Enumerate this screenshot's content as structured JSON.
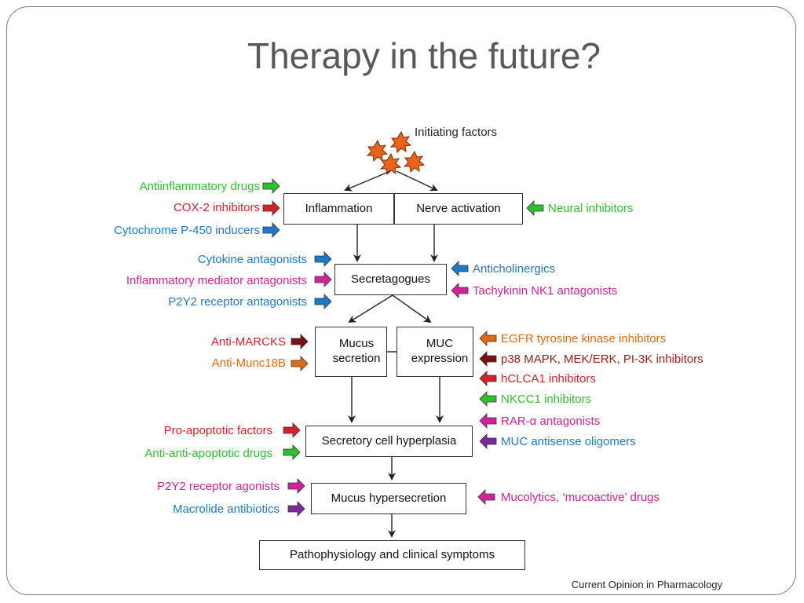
{
  "slide": {
    "title": "Therapy in the future?",
    "credit": "Current Opinion in Pharmacology"
  },
  "diagram": {
    "initiating": "Initiating factors",
    "boxes": {
      "inflammation": "Inflammation",
      "nerve": "Nerve activation",
      "secretagogues": "Secretagogues",
      "mucus_line1": "Mucus",
      "mucus_line2": "secretion",
      "muc_line1": "MUC",
      "muc_line2": "expression",
      "hyperplasia": "Secretory cell hyperplasia",
      "hypersecretion": "Mucus hypersecretion",
      "patho": "Pathophysiology and clinical symptoms"
    },
    "left_labels": {
      "anti_inflammatory": "Antiinflammatory drugs",
      "cox2": "COX-2 inhibitors",
      "cytochrome": "Cytochrome P-450 inducers",
      "cytokine": "Cytokine antagonists",
      "inflammatory_mediator": "Inflammatory mediator antagonists",
      "p2y2_antag": "P2Y2 receptor antagonists",
      "anti_marcks": "Anti-MARCKS",
      "anti_munc": "Anti-Munc18B",
      "pro_apoptotic": "Pro-apoptotic factors",
      "anti_anti_apoptotic": "Anti-anti-apoptotic drugs",
      "p2y2_agon": "P2Y2 receptor agonists",
      "macrolide": "Macrolide antibiotics"
    },
    "right_labels": {
      "neural": "Neural inhibitors",
      "anticholinergics": "Anticholinergics",
      "tachykinin": "Tachykinin NK1 antagonists",
      "egfr": "EGFR tyrosine kinase inhibitors",
      "p38": "p38 MAPK, MEK/ERK, PI-3K inhibitors",
      "hclca1": "hCLCA1 inhibitors",
      "nkcc1": "NKCC1 inhibitors",
      "rar": "RAR-α antagonists",
      "muc_antisense": "MUC antisense oligomers",
      "mucolytics": "Mucolytics, ‘mucoactive’ drugs"
    },
    "colors": {
      "green": "#2fbf2f",
      "red": "#d8202c",
      "blue": "#1e78c8",
      "magenta": "#d1229a",
      "orange": "#e06a10",
      "dark_red": "#9a1a1a",
      "purple": "#7a2a9a",
      "star": "#e8641a"
    }
  }
}
